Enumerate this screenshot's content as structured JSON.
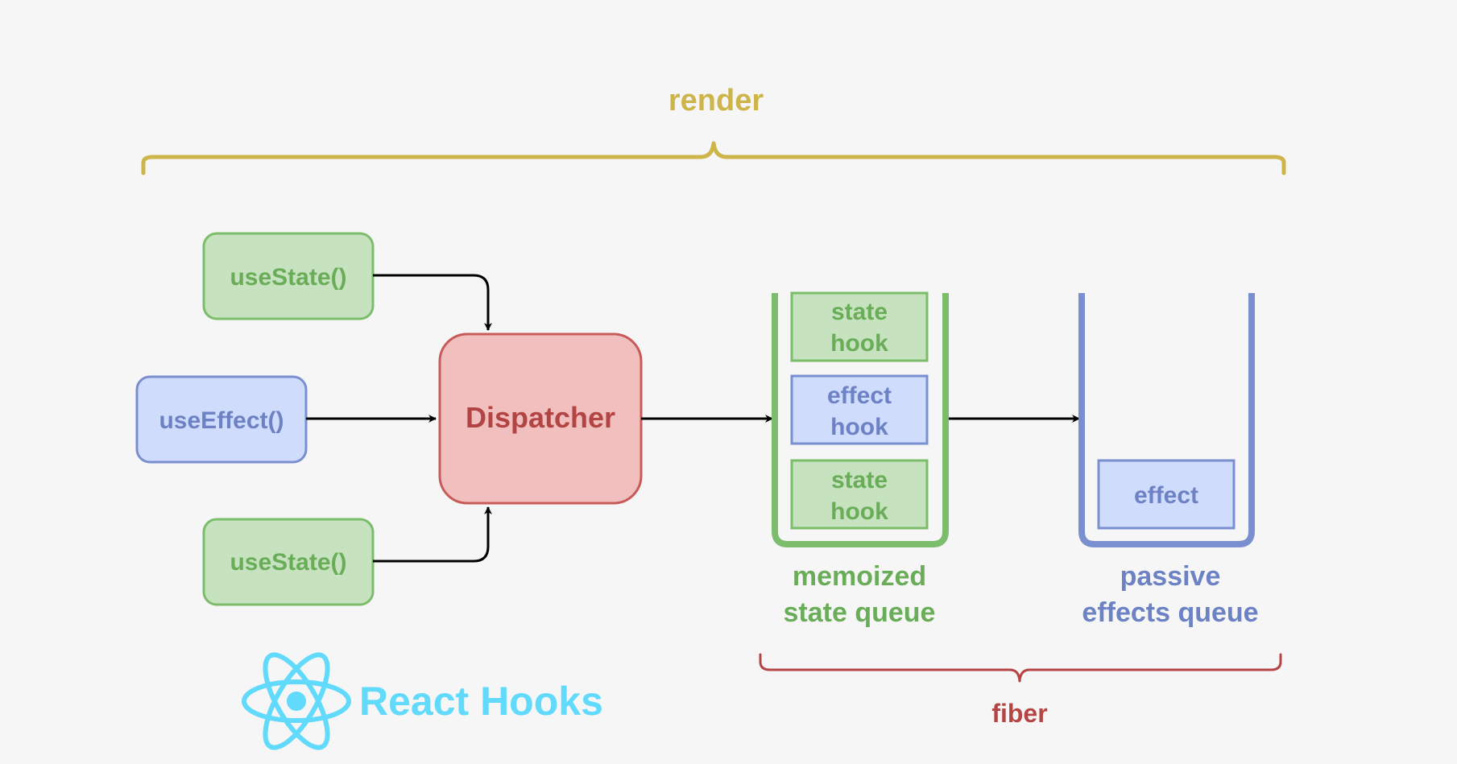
{
  "colors": {
    "background": "#f6f6f6",
    "render_brace": "#cdb54a",
    "fiber_brace": "#b54545",
    "green_fill": "#c6e2bf",
    "green_stroke": "#7cbd6c",
    "green_text": "#6aad59",
    "blue_fill": "#cfdcfb",
    "blue_stroke": "#7a8fd0",
    "blue_text": "#6c82c4",
    "red_fill": "#f2bfbf",
    "red_stroke": "#c95a5a",
    "red_text": "#b34444",
    "arrow": "#000000",
    "react_logo": "#61dafb"
  },
  "render_label": "render",
  "fiber_label": "fiber",
  "hooks": {
    "top_usestate": "useState()",
    "use_effect": "useEffect()",
    "bottom_usestate": "useState()"
  },
  "dispatcher_label": "Dispatcher",
  "state_queue": {
    "items": [
      {
        "kind": "state",
        "line1": "state",
        "line2": "hook"
      },
      {
        "kind": "effect",
        "line1": "effect",
        "line2": "hook"
      },
      {
        "kind": "state",
        "line1": "state",
        "line2": "hook"
      }
    ],
    "caption_line1": "memoized",
    "caption_line2": "state queue"
  },
  "effects_queue": {
    "item": "effect",
    "caption_line1": "passive",
    "caption_line2": "effects queue"
  },
  "logo": {
    "icon": "react-atom-icon",
    "text": "React Hooks"
  }
}
